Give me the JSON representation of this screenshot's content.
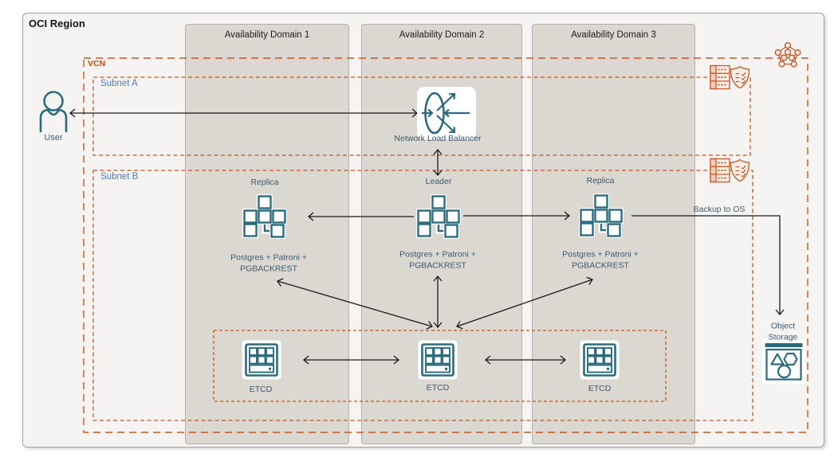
{
  "region": {
    "label": "OCI Region"
  },
  "network": {
    "vcn_label": "VCN",
    "subnet_a_label": "Subnet A",
    "subnet_b_label": "Subnet B"
  },
  "availability_domains": [
    {
      "label": "Availability Domain 1"
    },
    {
      "label": "Availability Domain 2"
    },
    {
      "label": "Availability Domain 3"
    }
  ],
  "user": {
    "label": "User"
  },
  "load_balancer": {
    "label": "Network Load Balancer"
  },
  "db_nodes": [
    {
      "role": "Replica",
      "stack": "Postgres + Patroni + PGBACKREST"
    },
    {
      "role": "Leader",
      "stack": "Postgres + Patroni + PGBACKREST"
    },
    {
      "role": "Replica",
      "stack": "Postgres + Patroni + PGBACKREST"
    }
  ],
  "etcd_nodes": [
    {
      "label": "ETCD"
    },
    {
      "label": "ETCD"
    },
    {
      "label": "ETCD"
    }
  ],
  "object_storage": {
    "label": "Object Storage"
  },
  "flows": {
    "backup_label": "Backup to OS"
  },
  "icons": {
    "user": "person-icon",
    "load_balancer": "load-balancer-icon",
    "db_node": "cluster-nodes-icon",
    "etcd": "keypad-server-icon",
    "object_storage": "object-storage-icon",
    "route_table": "route-table-icon",
    "security_list": "security-list-shield-icon",
    "vcn": "vcn-network-icon"
  },
  "colors": {
    "boundary-orange": "#c4571c",
    "vcn-orange": "#bc4e10",
    "icon-orange": "#c4582a",
    "icon-orange-fill": "#fbf0e9",
    "teal": "#2b6b7d",
    "subnet-blue": "#4a79c5",
    "label-slate": "#3e5a70",
    "region-fill": "#f5f4f2",
    "ad-fill": "#dbd7d1",
    "arrow-black": "#1a1a1a"
  }
}
